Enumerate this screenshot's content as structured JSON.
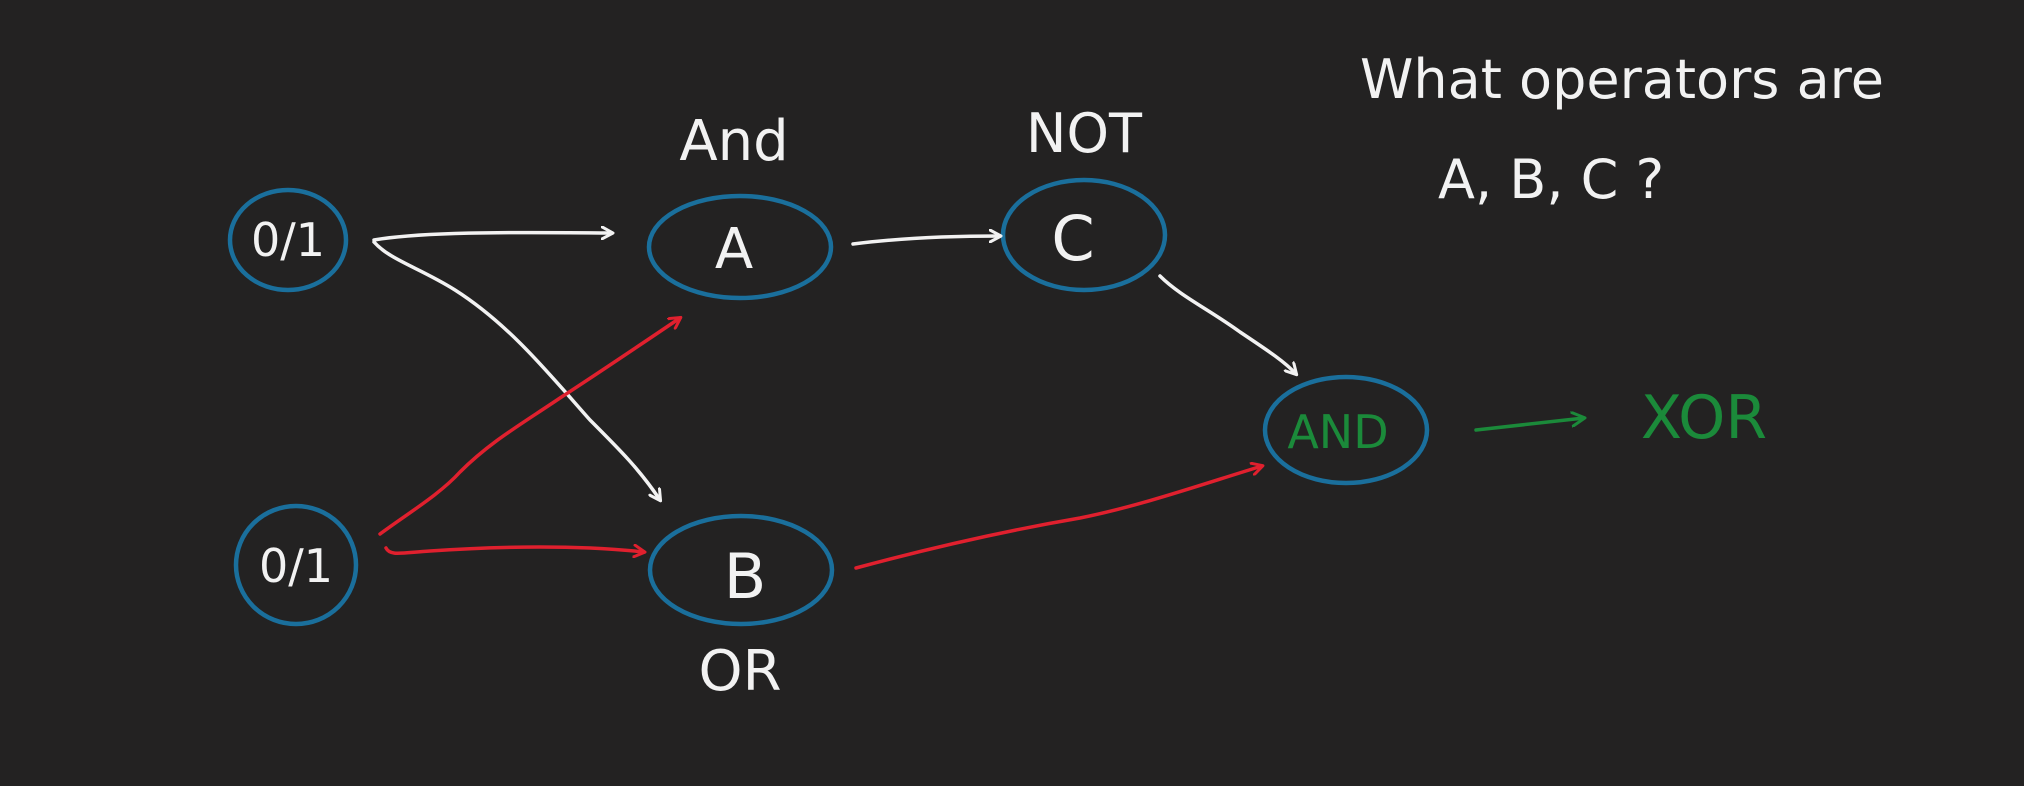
{
  "canvas": {
    "background": "#232222"
  },
  "colors": {
    "node_outline": "#1a6f9c",
    "white_wire": "#f2f2f2",
    "red_wire": "#e0202e",
    "green_text": "#1b8a3a"
  },
  "question": {
    "line1": "What operators are",
    "line2": "A, B, C ?"
  },
  "inputs": [
    {
      "label": "0/1"
    },
    {
      "label": "0/1"
    }
  ],
  "nodes": {
    "a": {
      "label": "A",
      "annotation": "And"
    },
    "b": {
      "label": "B",
      "annotation": "OR"
    },
    "c": {
      "label": "C",
      "annotation": "NOT"
    },
    "final": {
      "label": "AND"
    }
  },
  "result": {
    "label": "XOR"
  }
}
